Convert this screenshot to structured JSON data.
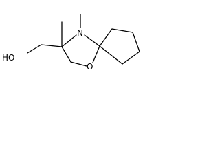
{
  "molecule": {
    "atoms": {
      "hydroxyl": "HO",
      "nitrogen": "N",
      "oxygen": "O"
    }
  }
}
